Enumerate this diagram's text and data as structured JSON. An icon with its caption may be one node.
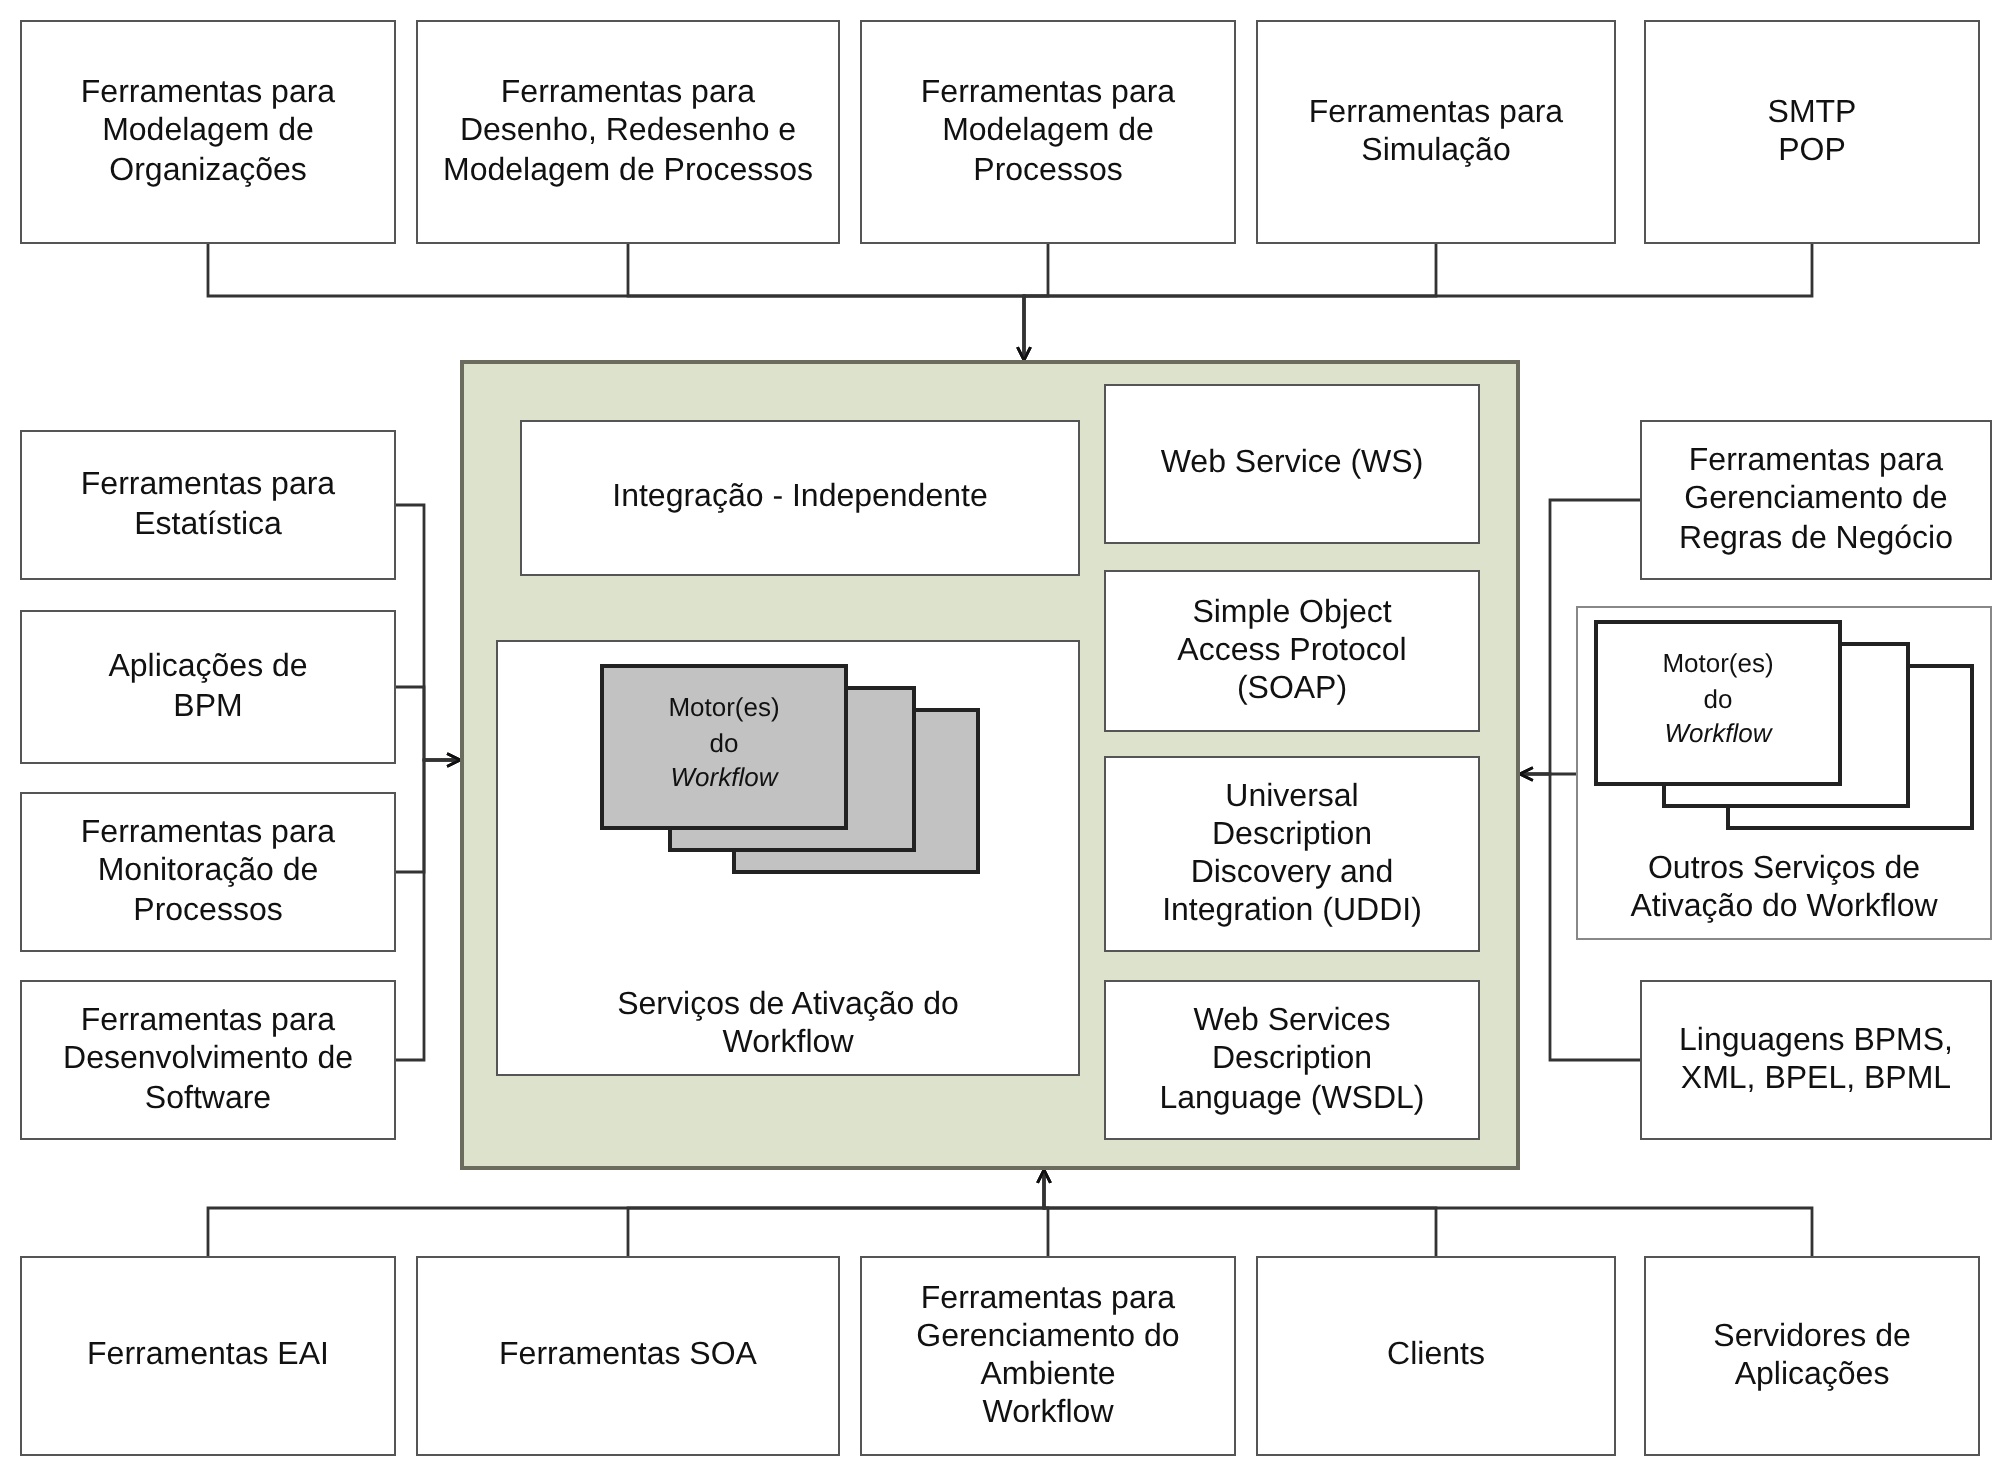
{
  "diagram": {
    "nodes": [
      {
        "text": [
          "Ferramentas para Modelagem de Organizações"
        ]
      },
      {
        "text": [
          "Ferramentas para Desenho, Redesenho e Modelagem de Processos"
        ]
      },
      {
        "text": [
          "Ferramentas para Modelagem de Processos"
        ]
      },
      {
        "text": [
          "Ferramentas para Simulação"
        ]
      },
      {
        "text": [
          "SMTP POP"
        ]
      },
      {
        "text": [],
        "shape": "box"
      },
      {
        "text": [
          "Integração - Independente"
        ],
        "in": 5
      },
      {
        "text": [
          "Web Service (WS)"
        ],
        "in": 5
      },
      {
        "text": [
          "Serviços de Ativação do Workflow"
        ],
        "in": 5
      },
      {
        "text": [
          "Motor(es) do *Workflow*"
        ],
        "in": 8
      },
      {
        "text": [
          "Simple Object Access Protocol (SOAP)"
        ],
        "in": 5
      },
      {
        "text": [
          "Universal Description Discovery and Integration (UDDI)"
        ],
        "in": 5
      },
      {
        "text": [
          "Web Services Description Language (WSDL)"
        ],
        "in": 5
      },
      {
        "text": [
          "Ferramentas para Estatística"
        ]
      },
      {
        "text": [
          "Aplicações de BPM"
        ]
      },
      {
        "text": [
          "Ferramentas para Monitoração de Processos"
        ]
      },
      {
        "text": [
          "Ferramentas para Desenvolvimento de Software"
        ]
      },
      {
        "text": [
          "Ferramentas para Gerenciamento de Regras de Negócio"
        ]
      },
      {
        "text": [
          "Outros Serviços de Ativação do Workflow"
        ]
      },
      {
        "text": [
          "Motor(es) do *Workflow*"
        ],
        "in": 18
      },
      {
        "text": [
          "Linguagens BPMS, XML, BPEL, BPML"
        ]
      },
      {
        "text": [
          "Ferramentas EAI"
        ]
      },
      {
        "text": [
          "Ferramentas SOA"
        ]
      },
      {
        "text": [
          "Ferramentas para Gerenciamento do Ambiente Workflow"
        ]
      },
      {
        "text": [
          "Clients"
        ]
      },
      {
        "text": [
          "Servidores de Aplicações"
        ]
      }
    ],
    "edges": [
      {
        "from": 0,
        "to": 5,
        "arrow": "to"
      },
      {
        "from": 1,
        "to": 5,
        "arrow": "to"
      },
      {
        "from": 2,
        "to": 5,
        "arrow": "to"
      },
      {
        "from": 3,
        "to": 5,
        "arrow": "to"
      },
      {
        "from": 4,
        "to": 5,
        "arrow": "to"
      },
      {
        "from": 13,
        "to": 5,
        "arrow": "to"
      },
      {
        "from": 14,
        "to": 5,
        "arrow": "to"
      },
      {
        "from": 15,
        "to": 5,
        "arrow": "to"
      },
      {
        "from": 16,
        "to": 5,
        "arrow": "to"
      },
      {
        "from": 17,
        "to": 5,
        "arrow": "to"
      },
      {
        "from": 18,
        "to": 5,
        "arrow": "to"
      },
      {
        "from": 20,
        "to": 5,
        "arrow": "to"
      },
      {
        "from": 21,
        "to": 5,
        "arrow": "to"
      },
      {
        "from": 22,
        "to": 5,
        "arrow": "to"
      },
      {
        "from": 23,
        "to": 5,
        "arrow": "to"
      },
      {
        "from": 24,
        "to": 5,
        "arrow": "to"
      },
      {
        "from": 25,
        "to": 5,
        "arrow": "to"
      }
    ]
  }
}
